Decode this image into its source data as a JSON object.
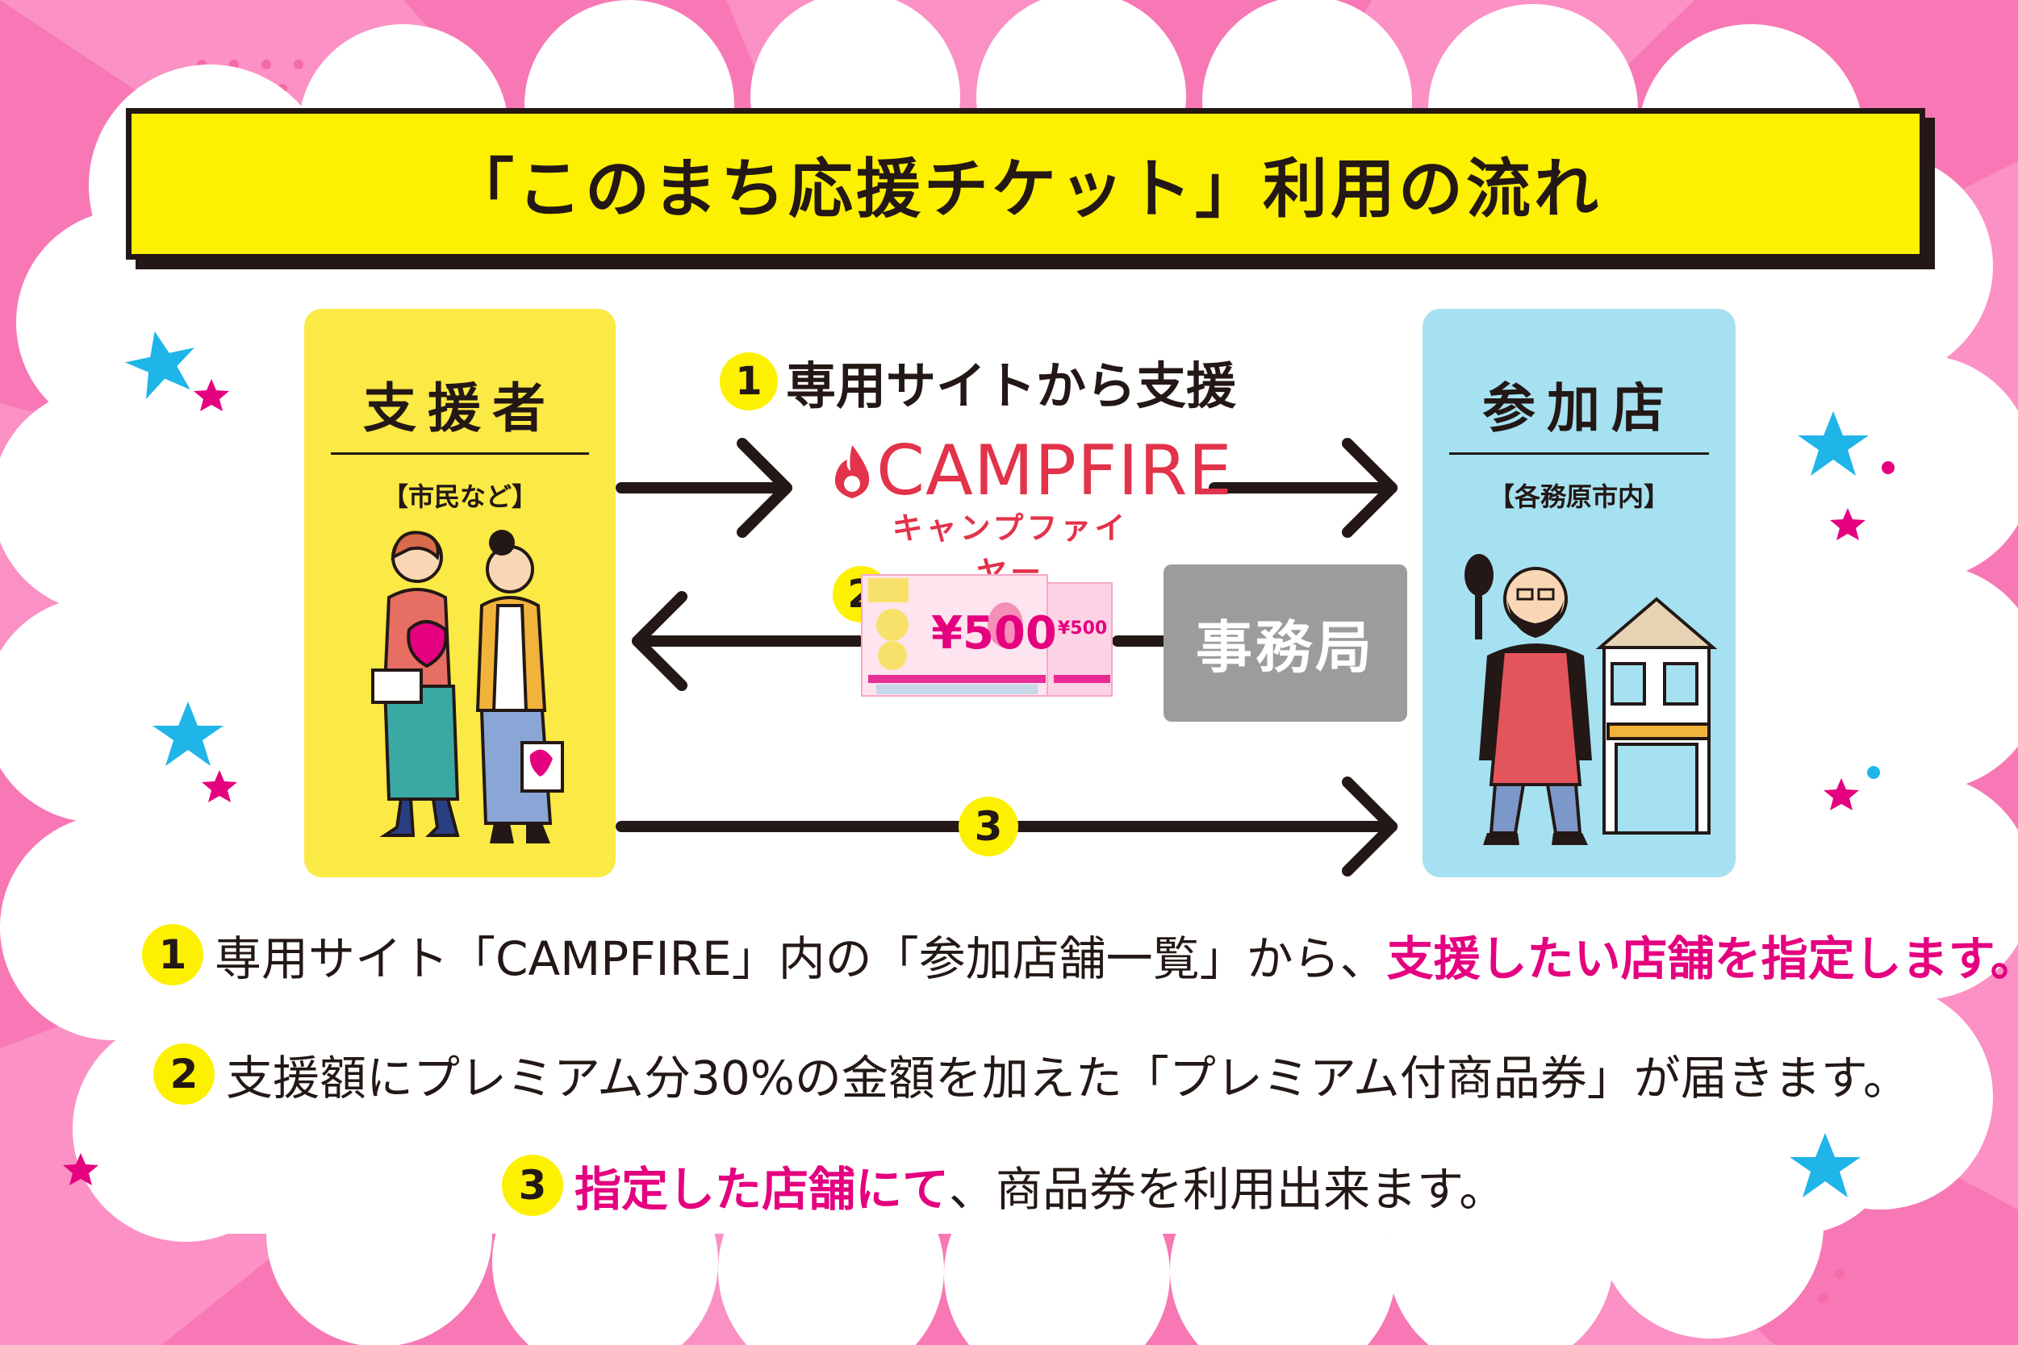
{
  "title": "「このまち応援チケット」利用の流れ",
  "supporter": {
    "heading": "支援者",
    "sub": "【市民など】"
  },
  "shop": {
    "heading": "参加店",
    "sub": "【各務原市内】"
  },
  "flow": {
    "step1_num": "1",
    "step1_label": "専用サイトから支援",
    "step2_num": "2",
    "step3_num": "3",
    "office": "事務局"
  },
  "campfire": {
    "word": "CAMPFIRE",
    "kana": "キャンプファイヤー"
  },
  "ticket": {
    "price": "¥500",
    "small_price": "¥500"
  },
  "steps": [
    {
      "num": "1",
      "text": "専用サイト「CAMPFIRE」内の「参加店舗一覧」から、",
      "highlight": "支援したい店舗を指定します。",
      "tail": ""
    },
    {
      "num": "2",
      "text": "支援額にプレミアム分30%の金額を加えた「プレミアム付商品券」が届きます。",
      "highlight": "",
      "tail": ""
    },
    {
      "num": "3",
      "text": "",
      "highlight": "指定した店舗にて",
      "tail": "、商品券を利用出来ます。"
    }
  ],
  "colors": {
    "pink_bg": "#f778b4",
    "yellow": "#fdf000",
    "accent_pink": "#e4007f",
    "campfire_red": "#e2334a",
    "star_blue": "#1fb5e8"
  }
}
